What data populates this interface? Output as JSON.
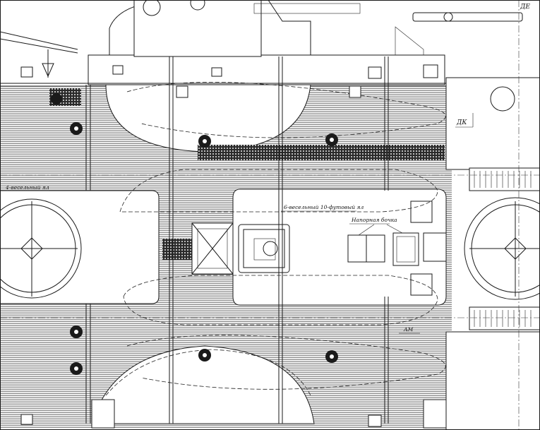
{
  "labels": {
    "top_right": "ДЕ",
    "right_mid": "ДК",
    "left_boat": "4-весельный ял",
    "center_boat": "6-весельный 10-футовый ял",
    "water_tank": "Напорная бочка",
    "bottom_small": "АМ"
  },
  "colors": {
    "deck_planking": "#8a8a8a",
    "line": "#1a1a1a",
    "background": "#ffffff"
  }
}
